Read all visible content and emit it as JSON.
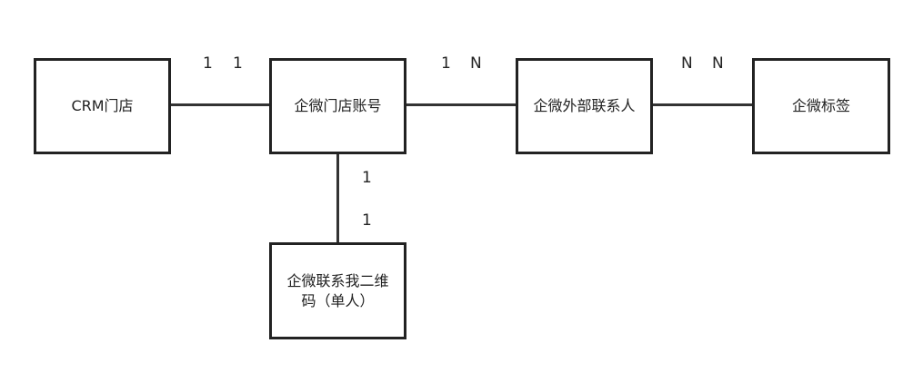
{
  "entities": {
    "crm_store": "CRM门店",
    "wecom_store_account": "企微门店账号",
    "wecom_external_contact": "企微外部联系人",
    "wecom_tag": "企微标签",
    "wecom_qrcode": "企微联系我二维码（单人）"
  },
  "cardinalities": {
    "crm_store_side": "1",
    "store_account_left": "1",
    "store_account_right": "1",
    "external_contact_left": "N",
    "external_contact_right": "N",
    "tag_side": "N",
    "store_account_bottom": "1",
    "qrcode_top": "1"
  }
}
